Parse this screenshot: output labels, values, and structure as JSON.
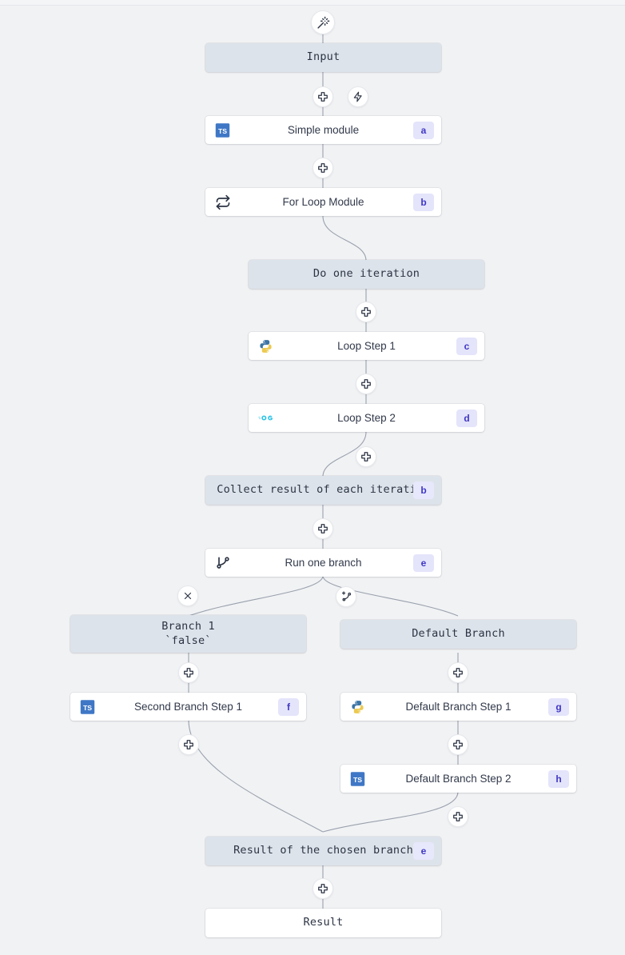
{
  "app": {
    "canvas_name": "flow-graph-canvas"
  },
  "toolbar": {
    "ai_label": "magic-wand-icon",
    "trigger_label": "lightning-bolt-icon"
  },
  "colors": {
    "canvas_bg": "#f1f2f4",
    "frame_node_bg": "#dde3ea",
    "step_node_bg": "#ffffff",
    "badge_bg": "#e4e4fb",
    "badge_text": "#4038c4",
    "edge": "#9aa1ad",
    "text": "#2c3444"
  },
  "nodes": {
    "input": {
      "label": "Input",
      "type": "frame"
    },
    "simple_module": {
      "label": "Simple module",
      "badge": "a",
      "lang": "typescript"
    },
    "for_loop": {
      "label": "For Loop Module",
      "badge": "b",
      "icon": "loop-icon"
    },
    "do_one_iteration": {
      "label": "Do one iteration",
      "type": "frame"
    },
    "loop_step_1": {
      "label": "Loop Step 1",
      "badge": "c",
      "lang": "python"
    },
    "loop_step_2": {
      "label": "Loop Step 2",
      "badge": "d",
      "lang": "go"
    },
    "collect_result": {
      "label": "Collect result of each iteration",
      "badge": "b",
      "type": "frame"
    },
    "run_one_branch": {
      "label": "Run one branch",
      "badge": "e",
      "icon": "branch-icon"
    },
    "branch_1": {
      "label": "Branch 1\n`false`",
      "type": "frame"
    },
    "default_branch": {
      "label": "Default Branch",
      "type": "frame"
    },
    "second_branch_step_1": {
      "label": "Second Branch Step 1",
      "badge": "f",
      "lang": "typescript"
    },
    "default_branch_step_1": {
      "label": "Default Branch Step 1",
      "badge": "g",
      "lang": "python"
    },
    "default_branch_step_2": {
      "label": "Default Branch Step 2",
      "badge": "h",
      "lang": "typescript"
    },
    "result_chosen_branch": {
      "label": "Result of the chosen branch",
      "badge": "e",
      "type": "frame"
    },
    "result": {
      "label": "Result",
      "type": "plain"
    }
  },
  "handles": {
    "add_step": "plus-icon",
    "add_trigger": "lightning-bolt-icon",
    "add_branch": "branch-plus-icon",
    "delete_branch": "close-icon"
  }
}
